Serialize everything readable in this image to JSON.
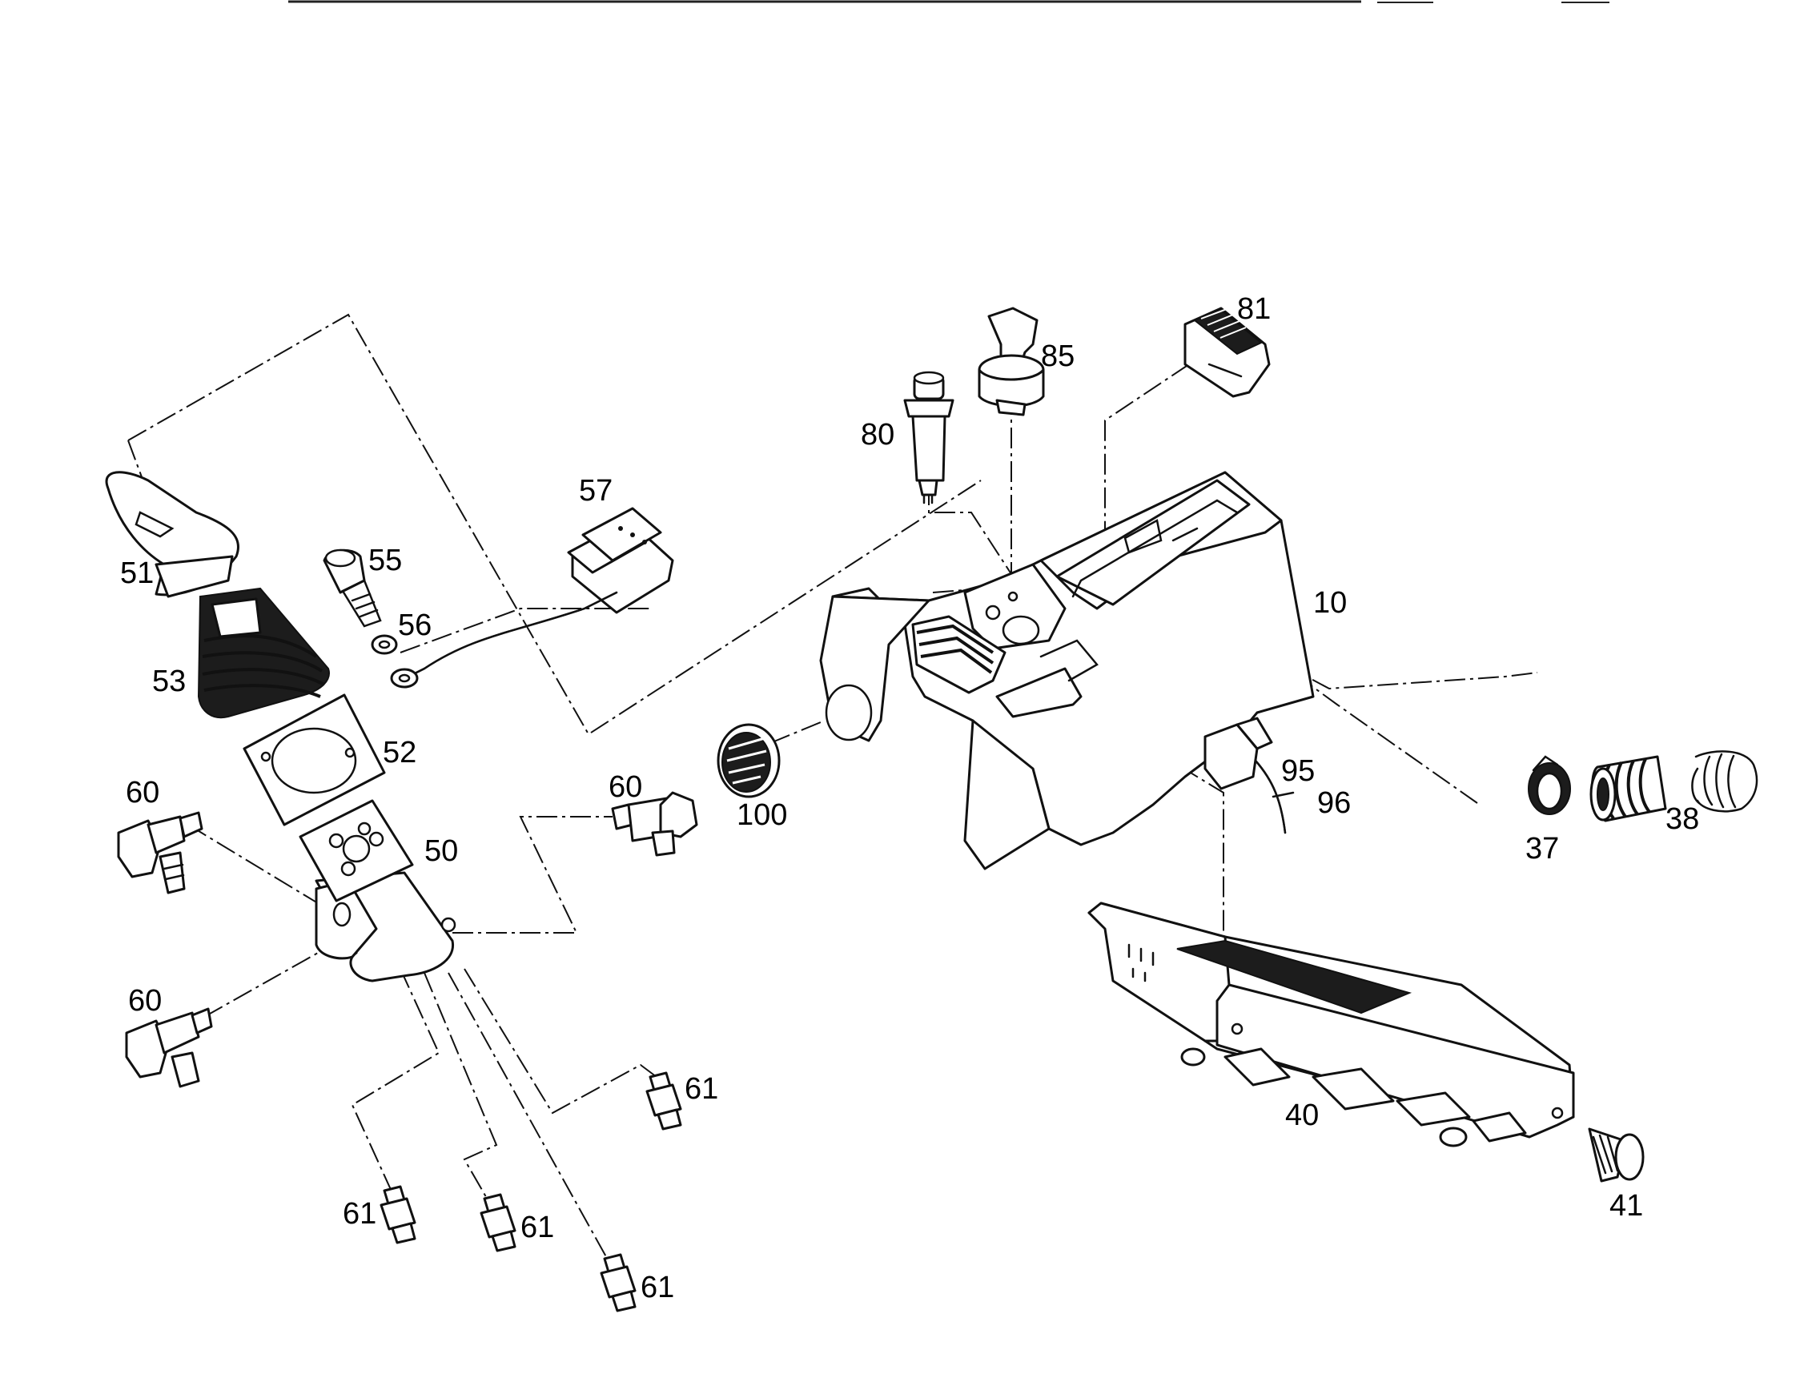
{
  "labels": {
    "l10": "10",
    "l37": "37",
    "l38": "38",
    "l40": "40",
    "l41": "41",
    "l50": "50",
    "l51": "51",
    "l52": "52",
    "l53": "53",
    "l55": "55",
    "l56": "56",
    "l57": "57",
    "l60a": "60",
    "l60b": "60",
    "l60c": "60",
    "l61a": "61",
    "l61b": "61",
    "l61c": "61",
    "l61d": "61",
    "l80": "80",
    "l81": "81",
    "l85": "85",
    "l95": "95",
    "l96": "96",
    "l100": "100"
  }
}
